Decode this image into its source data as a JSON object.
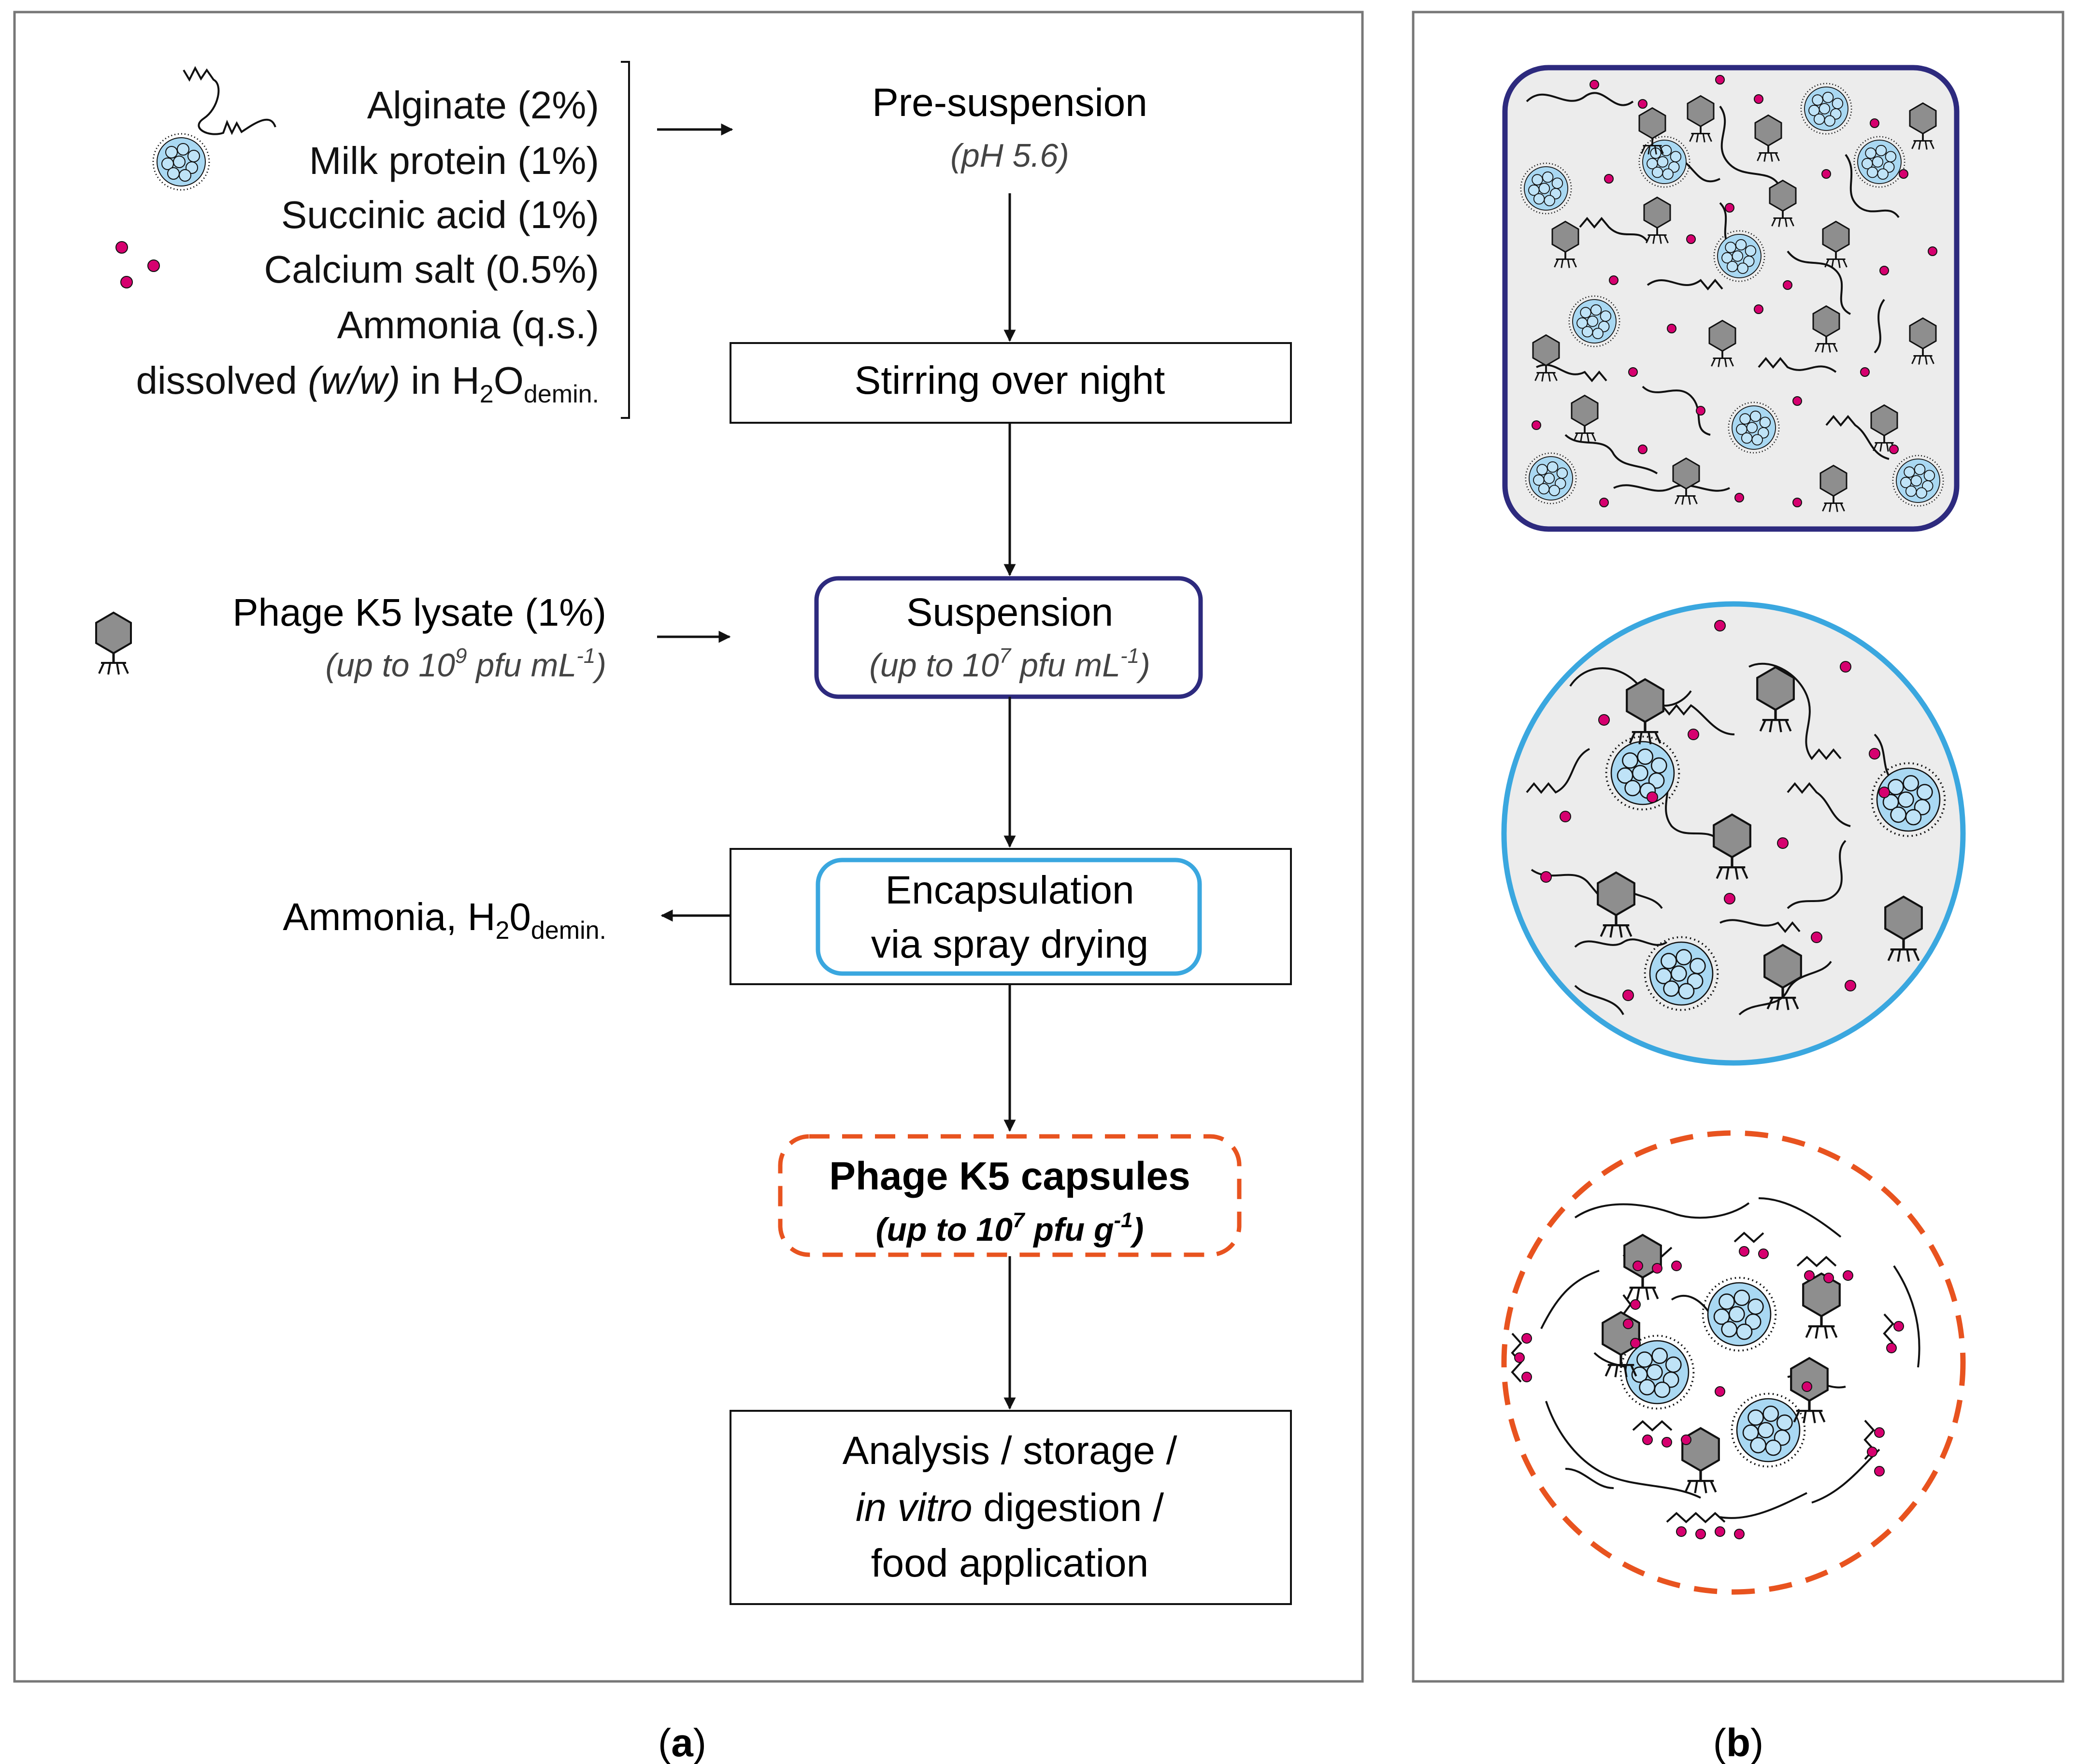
{
  "panel_a": {
    "ingredients": [
      {
        "label": "Alginate (2%)",
        "icon": "alginate-chain-icon"
      },
      {
        "label": "Milk protein (1%)",
        "icon": "milk-protein-micelle-icon"
      },
      {
        "label": "Succinic acid (1%)"
      },
      {
        "label": "Calcium salt (0.5%)",
        "icon": "calcium-ion-dots-icon"
      },
      {
        "label": "Ammonia (q.s.)"
      }
    ],
    "dissolved": {
      "pre": "dissolved ",
      "italic": "(w/w)",
      "mid": " in H",
      "sub1": "2",
      "o": "O",
      "sub2": "demin."
    },
    "pre_suspension": {
      "title": "Pre-suspension",
      "subtitle": "(pH 5.6)"
    },
    "stirring": "Stirring over night",
    "phage_input": {
      "label": "Phage K5 lysate (1%)",
      "sub_pre": "(up to 10",
      "sub_exp": "9",
      "sub_post": " pfu mL",
      "sub_exp2": "-1",
      "sub_end": ")",
      "icon": "bacteriophage-icon"
    },
    "suspension": {
      "title": "Suspension",
      "sub_pre": "(up to 10",
      "sub_exp": "7",
      "sub_post": " pfu mL",
      "sub_exp2": "-1",
      "sub_end": ")"
    },
    "encapsulation": {
      "line1": "Encapsulation",
      "line2": "via spray drying"
    },
    "removed": {
      "pre": "Ammonia, H",
      "sub1": "2",
      "zero": "0",
      "sub2": "demin."
    },
    "capsules": {
      "title": "Phage K5 capsules",
      "sub_pre": "(up to 10",
      "sub_exp": "7",
      "sub_post": " pfu g",
      "sub_exp2": "-1",
      "sub_end": ")"
    },
    "final": {
      "line1": "Analysis / storage /",
      "line2_italic": "in vitro",
      "line2_rest": " digestion /",
      "line3": "food application"
    }
  },
  "labels": {
    "a_open": "(",
    "a": "a",
    "a_close": ")",
    "b_open": "(",
    "b": "b",
    "b_close": ")"
  },
  "colors": {
    "suspension": "#2d2a7e",
    "encapsulation": "#3aa7df",
    "capsules": "#e8531f",
    "protein": "#a9d8f2",
    "calcium": "#d6006f",
    "phage": "#8e8e8e",
    "panel_fill": "#ececec"
  }
}
